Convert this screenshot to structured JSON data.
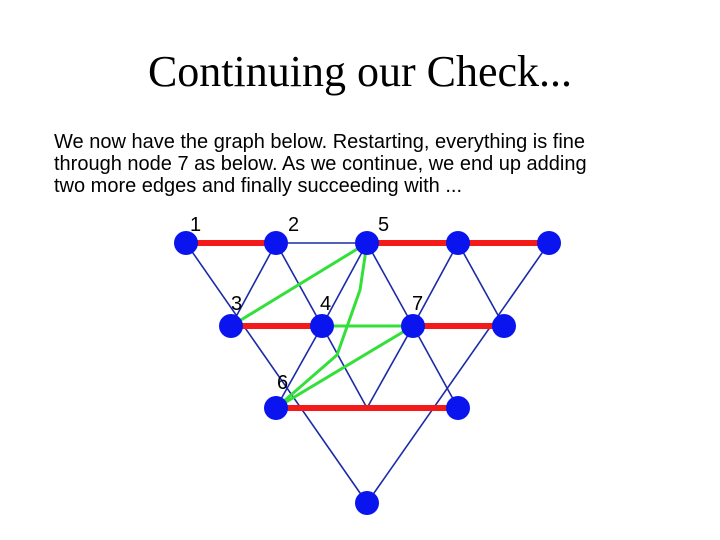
{
  "slide": {
    "title": "Continuing our Check...",
    "body_lines": [
      "We now have the graph below.  Restarting, everything is fine",
      "through node 7 as below.  As we continue, we end up adding",
      "two more edges and finally succeeding with ..."
    ]
  },
  "graph": {
    "colors": {
      "node": "#0a14ee",
      "base_edge": "#1b2aa8",
      "matched_edge": "#f51a1a",
      "added_edge": "#33e03a"
    },
    "node_labels": [
      "1",
      "2",
      "5",
      "3",
      "4",
      "7",
      "6"
    ]
  }
}
